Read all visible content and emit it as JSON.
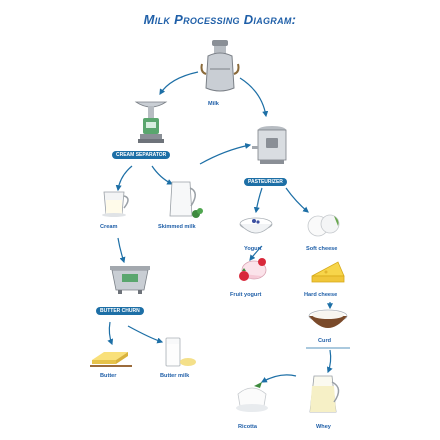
{
  "title": "Milk Processing Diagram:",
  "labels": {
    "milk": "Milk",
    "cream": "Cream",
    "skimmed_milk": "Skimmed milk",
    "yogurt": "Yogurt",
    "soft_cheese": "Soft cheese",
    "fruit_yogurt": "Fruit yogurt",
    "hard_cheese": "Hard cheese",
    "curd": "Curd",
    "butter": "Butter",
    "butter_milk": "Butter milk",
    "ricotta": "Ricotta",
    "whey": "Whey"
  },
  "badges": {
    "cream_separator": "CREAM SEPARATOR",
    "pasteurizer": "PASTEURIZER",
    "butter_churn": "BUTTER CHURN"
  },
  "colors": {
    "title": "#1f5fa8",
    "badge": "#1d6fa6",
    "arrow": "#1d6fa6"
  },
  "icons": [
    "milk-can-icon",
    "cream-separator-icon",
    "pasteurizer-icon",
    "cream-jug-icon",
    "skimmed-milk-jug-icon",
    "yogurt-bowl-icon",
    "soft-cheese-icon",
    "butter-churn-icon",
    "fruit-yogurt-icon",
    "hard-cheese-icon",
    "curd-bowl-icon",
    "butter-icon",
    "butter-milk-glass-icon",
    "ricotta-icon",
    "whey-jug-icon"
  ]
}
